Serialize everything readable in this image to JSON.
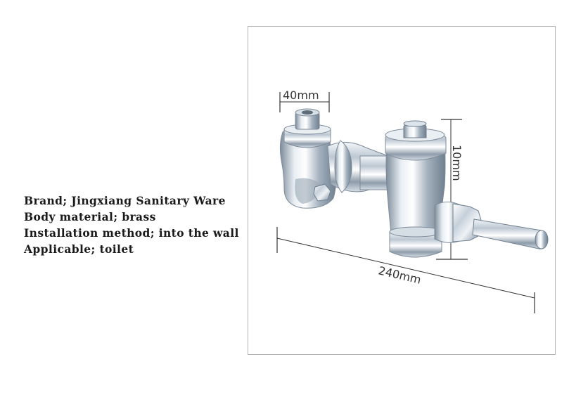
{
  "specs": [
    "Brand; Jingxiang Sanitary Ware",
    "Body material; brass",
    "Installation method; into the wall",
    "Applicable; toilet"
  ],
  "dimensions": {
    "top_width": "40mm",
    "height": "10mm",
    "length": "240mm"
  },
  "colors": {
    "chrome_dark": "#6f7f8f",
    "chrome_mid": "#bcc7d2",
    "chrome_light": "#f4f7fa",
    "frame_border": "#b4b4b4",
    "dimension_line": "#333333"
  }
}
